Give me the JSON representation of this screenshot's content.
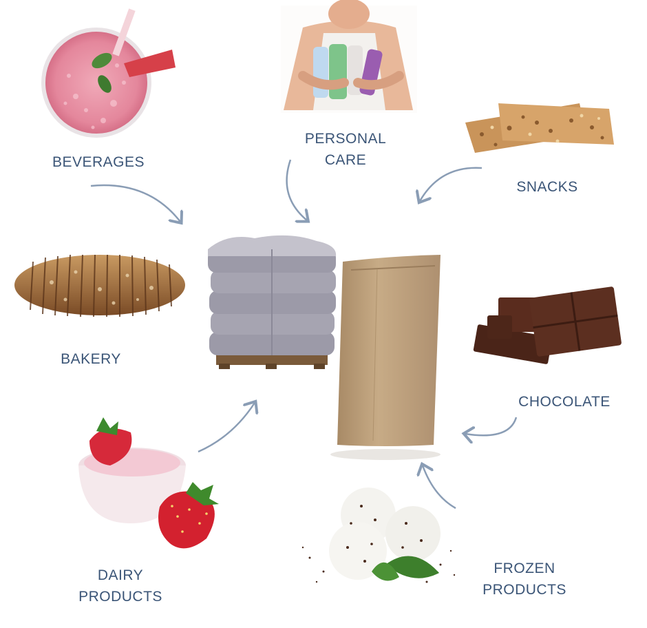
{
  "categories": {
    "beverages": {
      "lines": [
        "BEVERAGES"
      ]
    },
    "personal_care": {
      "lines": [
        "PERSONAL",
        "CARE"
      ]
    },
    "snacks": {
      "lines": [
        "SNACKS"
      ]
    },
    "bakery": {
      "lines": [
        "BAKERY"
      ]
    },
    "chocolate": {
      "lines": [
        "CHOCOLATE"
      ]
    },
    "dairy": {
      "lines": [
        "DAIRY",
        "PRODUCTS"
      ]
    },
    "frozen": {
      "lines": [
        "FROZEN",
        "PRODUCTS"
      ]
    }
  },
  "colors": {
    "label": "#3b5577",
    "arrow": "#8a9db5",
    "bag": "#bfa37f",
    "pallet_bags": "#9c9aa8"
  }
}
